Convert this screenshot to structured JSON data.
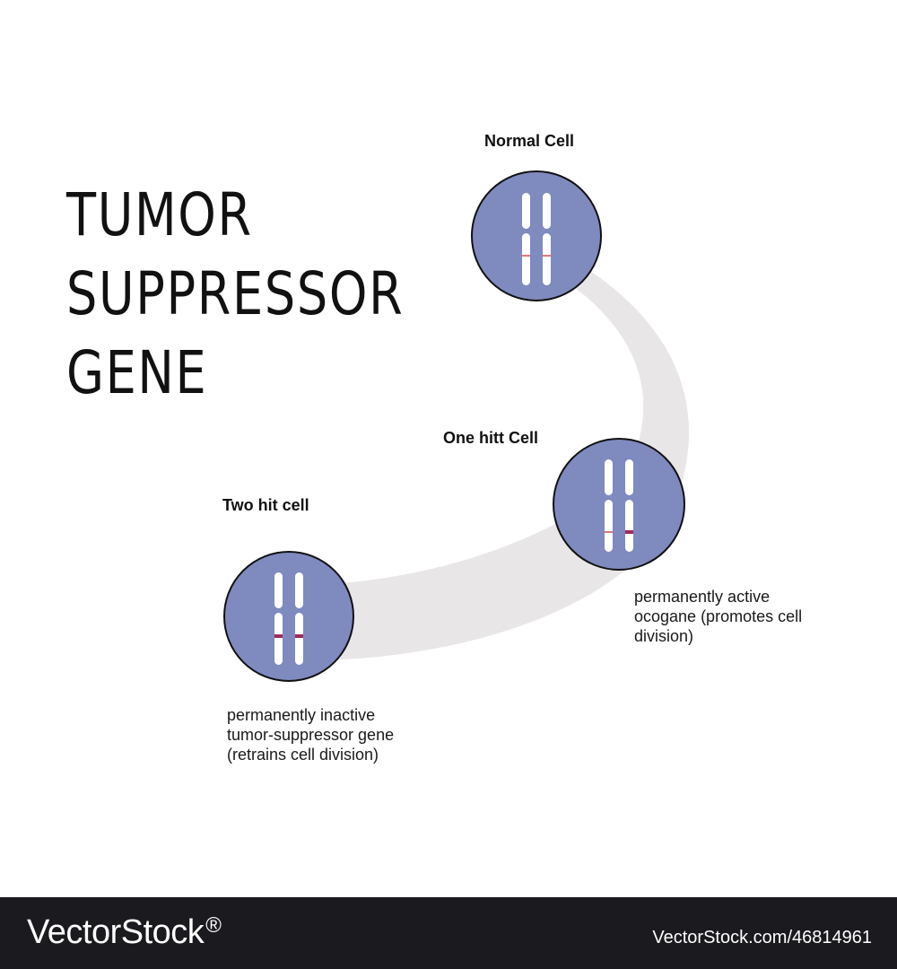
{
  "title": {
    "line1": "TUMOR",
    "line2": "SUPPRESSOR",
    "line3": "GENE"
  },
  "cells": {
    "normal": {
      "label": "Normal Cell"
    },
    "one_hit": {
      "label": "One hitt Cell",
      "description": [
        "permanently active",
        "ocogane (promotes cell",
        "division)"
      ]
    },
    "two_hit": {
      "label": "Two hit cell",
      "description": [
        "permanently inactive",
        "tumor-suppressor gene",
        "(retrains cell division)"
      ]
    }
  },
  "colors": {
    "cell_fill": "#7f8abf",
    "cell_outline": "#111111",
    "chromosome": "#ffffff",
    "band_light": "#e07a7a",
    "band_dark": "#9c2c5b",
    "pathway": "#e8e6e6"
  },
  "footer": {
    "brand": "VectorStock",
    "brand_mark": "®",
    "image_id": "VectorStock.com/46814961"
  }
}
